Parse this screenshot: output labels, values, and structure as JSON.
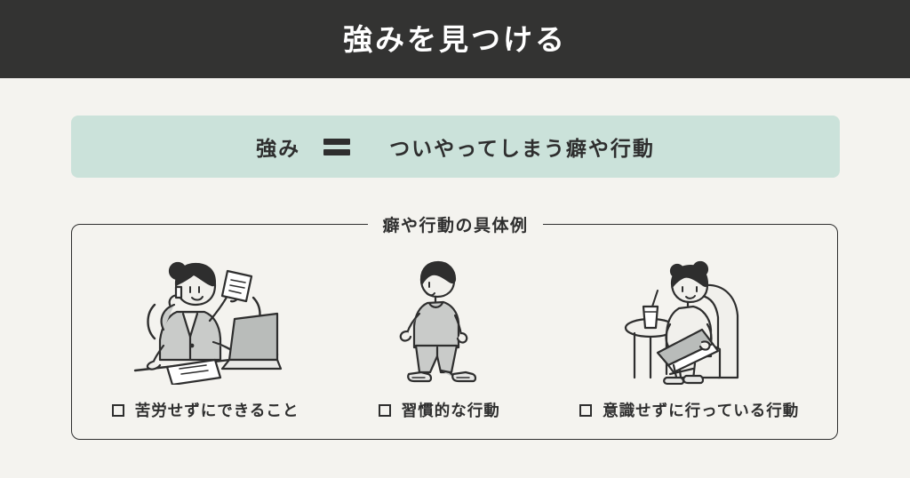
{
  "header": {
    "title": "強みを見つける"
  },
  "banner": {
    "term": "強み",
    "operator_icon": "equals-icon",
    "definition": "ついやってしまう癖や行動",
    "background_color": "#cbe2da"
  },
  "examples": {
    "legend": "癖や行動の具体例",
    "checkbox_glyph": "□",
    "items": [
      {
        "illustration": "woman-multitasking-phone-documents-laptop-illustration",
        "caption": "苦労せずにできること"
      },
      {
        "illustration": "man-walking-illustration",
        "caption": "習慣的な行動"
      },
      {
        "illustration": "woman-sitting-armchair-laptop-illustration",
        "caption": "意識せずに行っている行動"
      }
    ]
  },
  "theme": {
    "background_color": "#f4f3ef",
    "header_color": "#333332",
    "text_color": "#2e2e2e",
    "accent_color": "#cbe2da"
  }
}
